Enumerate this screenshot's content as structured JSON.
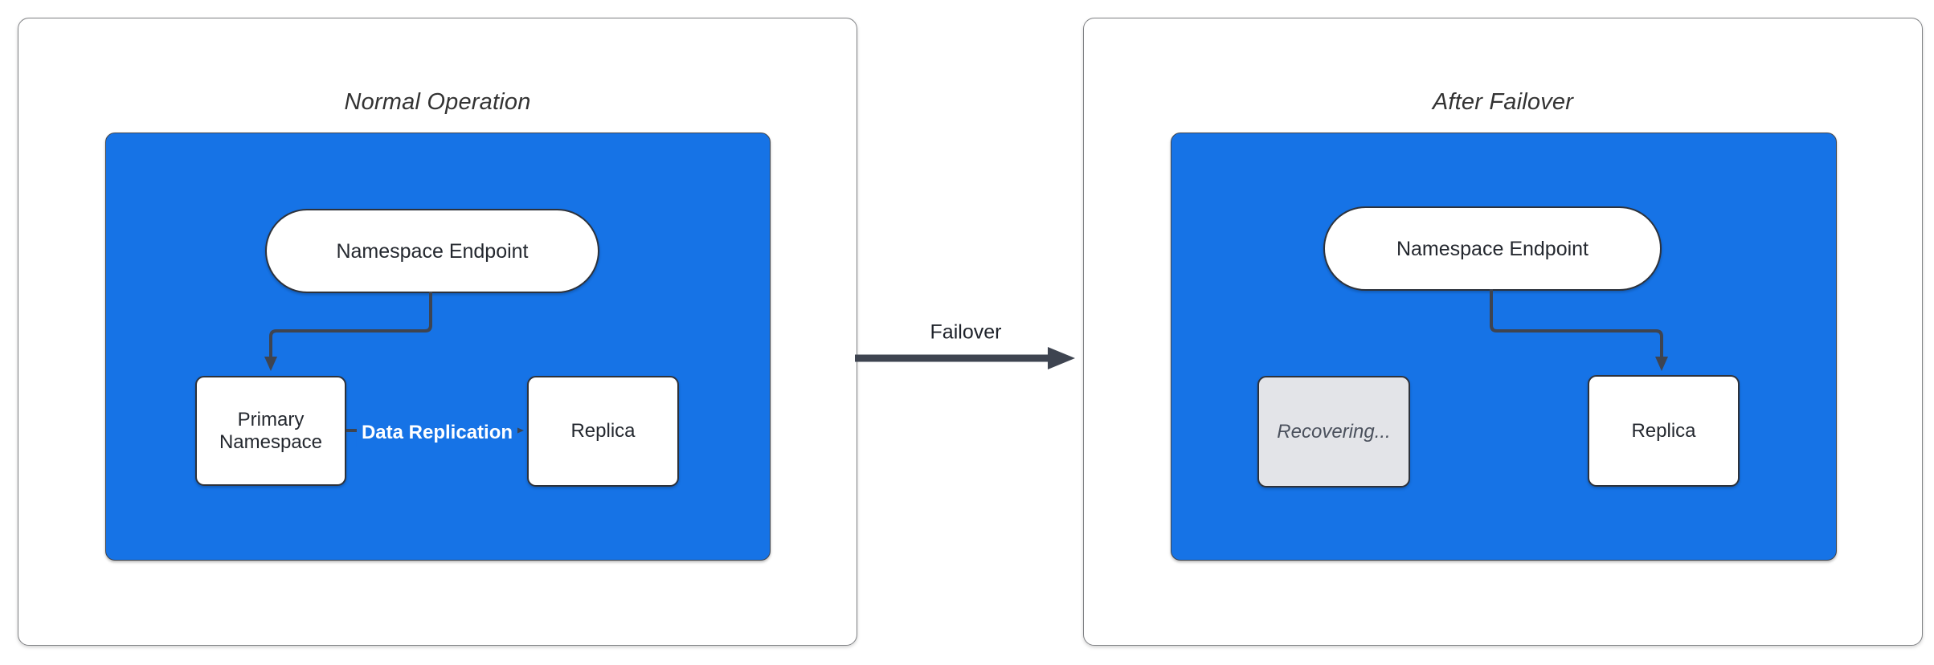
{
  "left_panel": {
    "title": "Normal Operation",
    "endpoint": "Namespace Endpoint",
    "primary": "Primary Namespace",
    "replica": "Replica",
    "replication_arrow_label": "Data Replication"
  },
  "right_panel": {
    "title": "After Failover",
    "endpoint": "Namespace Endpoint",
    "recovering": "Recovering...",
    "replica": "Replica"
  },
  "transition": {
    "label": "Failover"
  },
  "colors": {
    "canvas_bg": "#FFFFFF",
    "panel_fill": "#FFFFFF",
    "panel_border": "#808285",
    "title_text": "#333333",
    "container_fill": "#1673E6",
    "container_border": "#40454D",
    "node_fill": "#FFFFFF",
    "node_border": "#2D323B",
    "node_text": "#24282F",
    "recovering_fill": "#E3E4E8",
    "recovering_text": "#4B515D",
    "edge_stroke": "#3E4450",
    "replication_label_text": "#FFFFFF",
    "failover_text": "#1E222A"
  }
}
